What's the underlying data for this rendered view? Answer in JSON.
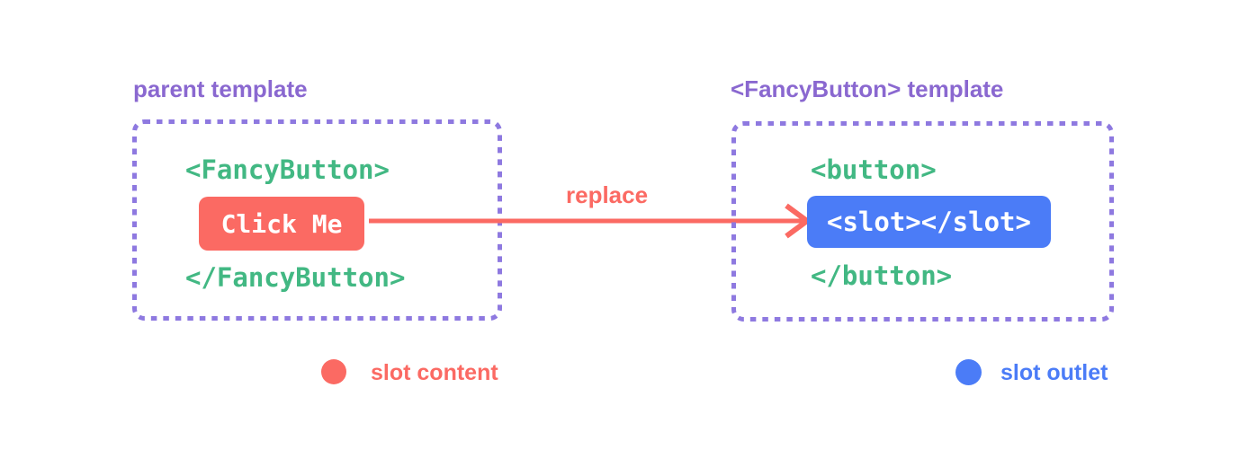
{
  "diagram": {
    "colors": {
      "background": "#ffffff",
      "title_purple": "#8a68d0",
      "border_purple": "#8e79e0",
      "code_green": "#42b883",
      "slot_content_red": "#fb6a63",
      "slot_outlet_blue": "#4b7cf7",
      "pill_text_white": "#ffffff"
    },
    "parent": {
      "title": "parent template",
      "open_tag": "<FancyButton>",
      "button_label": "Click Me",
      "close_tag": "</FancyButton>"
    },
    "arrow_label": "replace",
    "fancy": {
      "title": "<FancyButton> template",
      "open_tag": "<button>",
      "slot_label": "<slot></slot>",
      "close_tag": "</button>"
    },
    "legend": {
      "slot_content": "slot content",
      "slot_outlet": "slot outlet"
    }
  }
}
